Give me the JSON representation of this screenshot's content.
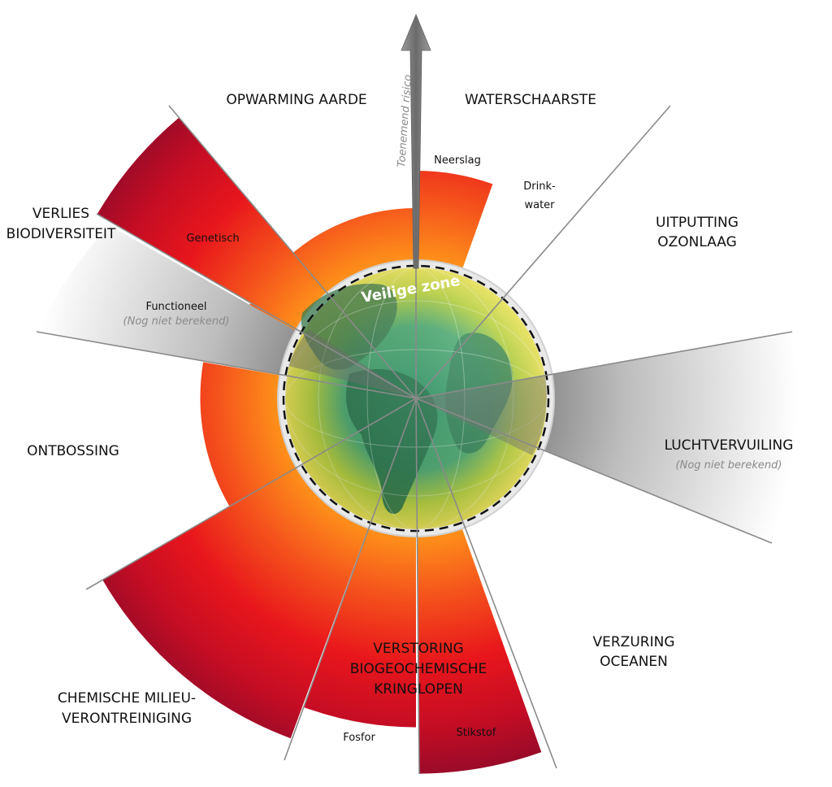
{
  "categories": {
    "opwarming": "OPWARMING AARDE",
    "waterschaarste": "WATERSCHAARSTE",
    "ozon": [
      "UITPUTTING",
      "OZONLAAG"
    ],
    "lucht": "LUCHTVERVUILING",
    "lucht_note": "(Nog niet berekend)",
    "oceanen": [
      "VERZURING",
      "OCEANEN"
    ],
    "kringlopen": [
      "VERSTORING",
      "BIOGEOCHEMISCHE",
      "KRINGLOPEN"
    ],
    "chemisch": [
      "CHEMISCHE MILIEU-",
      "VERONTREINIGING"
    ],
    "ontbossing": "ONTBOSSING",
    "biodiversiteit": [
      "VERLIES",
      "BIODIVERSITEIT"
    ]
  },
  "subcategories": {
    "genetisch": "Genetisch",
    "functioneel": "Functioneel",
    "functioneel_note": "(Nog niet berekend)",
    "neerslag": "Neerslag",
    "drinkwater": [
      "Drink-",
      "water"
    ],
    "fosfor": "Fosfor",
    "stikstof": "Stikstof"
  },
  "risk_label": "Toenemend risico",
  "safe_zone_label": "Veilige zone",
  "colors": {
    "green": "#2f8f5b",
    "yellow": "#d8dd3a",
    "orange": "#f28a1e",
    "red": "#e61e1e",
    "dark_red": "#a30d2b",
    "grey": "#8c8c8c"
  }
}
